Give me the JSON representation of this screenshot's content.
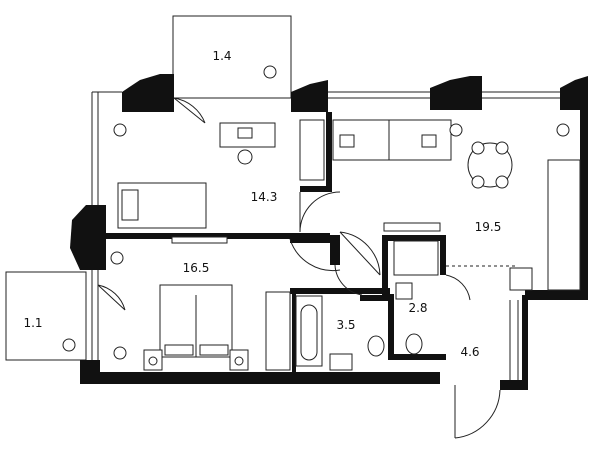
{
  "colors": {
    "wall": "#111111",
    "line": "#222222",
    "background": "#ffffff",
    "furniture_fill": "#ffffff"
  },
  "rooms": [
    {
      "id": "balcony-top",
      "label": "1.4"
    },
    {
      "id": "bedroom",
      "label": "14.3"
    },
    {
      "id": "kitchen-living",
      "label": "19.5"
    },
    {
      "id": "master-bedroom",
      "label": "16.5"
    },
    {
      "id": "balcony-left",
      "label": "1.1"
    },
    {
      "id": "bathroom",
      "label": "3.5"
    },
    {
      "id": "wc",
      "label": "2.8"
    },
    {
      "id": "hallway",
      "label": "4.6"
    }
  ]
}
